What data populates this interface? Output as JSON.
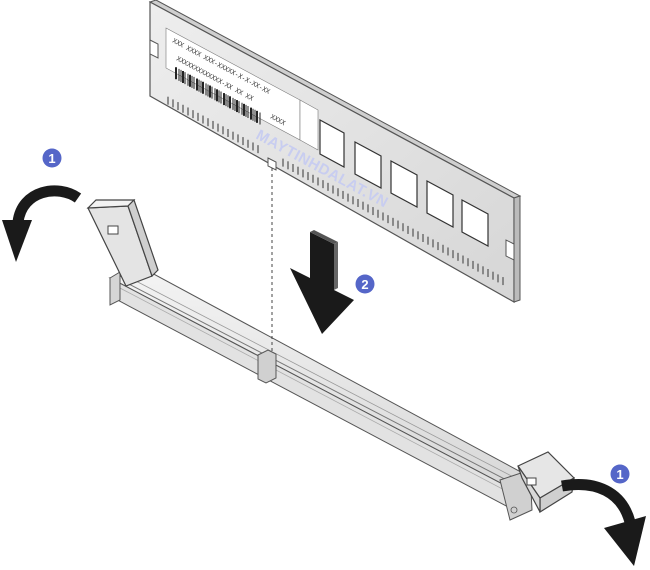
{
  "diagram": {
    "steps": [
      {
        "id": "step1_left",
        "number": "1"
      },
      {
        "id": "step2",
        "number": "2"
      },
      {
        "id": "step1_right",
        "number": "1"
      }
    ],
    "module_label_lines": [
      "XXX XXXX XXX-XXXXX-X-X-XX-XX",
      "XXXXXXXXXXXXX-XX XX XX",
      "XXXX"
    ],
    "watermark": "MAYTINHDALAT.VN",
    "colors": {
      "step_badge": "#5566c8",
      "module_fill": "#e6e6e6",
      "module_stroke": "#555555",
      "slot_fill": "#ececec",
      "arrow_fill": "#1a1a1a"
    }
  }
}
